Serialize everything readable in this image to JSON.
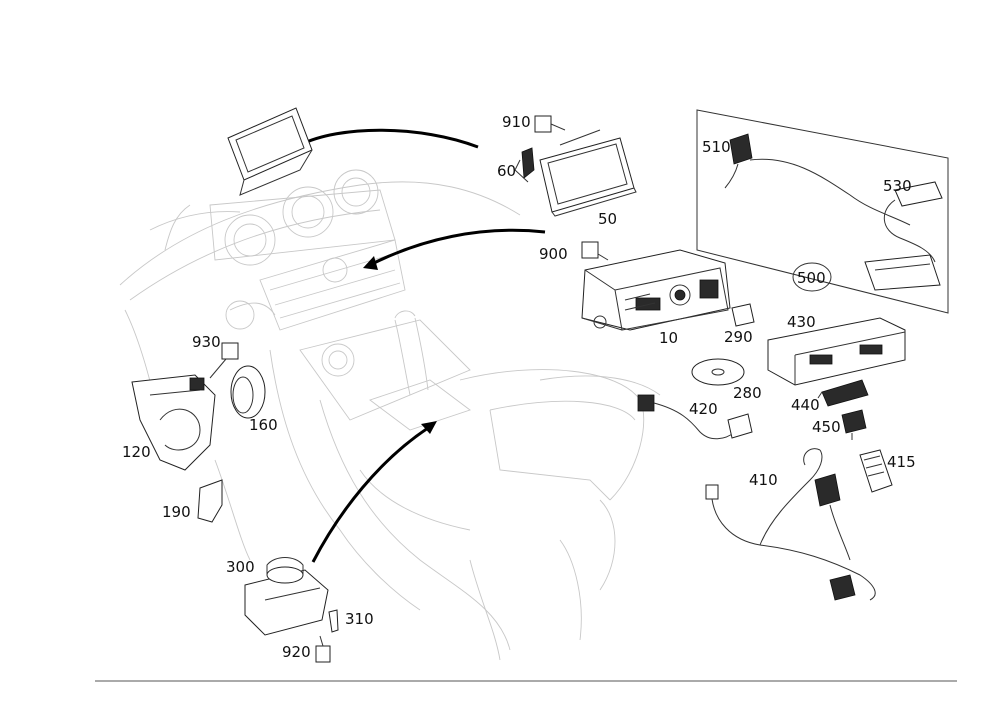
{
  "diagram": {
    "parts": [
      {
        "id": "p10",
        "label": "10"
      },
      {
        "id": "p50",
        "label": "50"
      },
      {
        "id": "p60",
        "label": "60"
      },
      {
        "id": "p120",
        "label": "120"
      },
      {
        "id": "p160",
        "label": "160"
      },
      {
        "id": "p190",
        "label": "190"
      },
      {
        "id": "p280",
        "label": "280"
      },
      {
        "id": "p290",
        "label": "290"
      },
      {
        "id": "p300",
        "label": "300"
      },
      {
        "id": "p310",
        "label": "310"
      },
      {
        "id": "p410",
        "label": "410"
      },
      {
        "id": "p415",
        "label": "415"
      },
      {
        "id": "p420",
        "label": "420"
      },
      {
        "id": "p430",
        "label": "430"
      },
      {
        "id": "p440",
        "label": "440"
      },
      {
        "id": "p450",
        "label": "450"
      },
      {
        "id": "p500",
        "label": "500"
      },
      {
        "id": "p510",
        "label": "510"
      },
      {
        "id": "p530",
        "label": "530"
      },
      {
        "id": "p900",
        "label": "900"
      },
      {
        "id": "p910",
        "label": "910"
      },
      {
        "id": "p920",
        "label": "920"
      },
      {
        "id": "p930",
        "label": "930"
      }
    ]
  }
}
